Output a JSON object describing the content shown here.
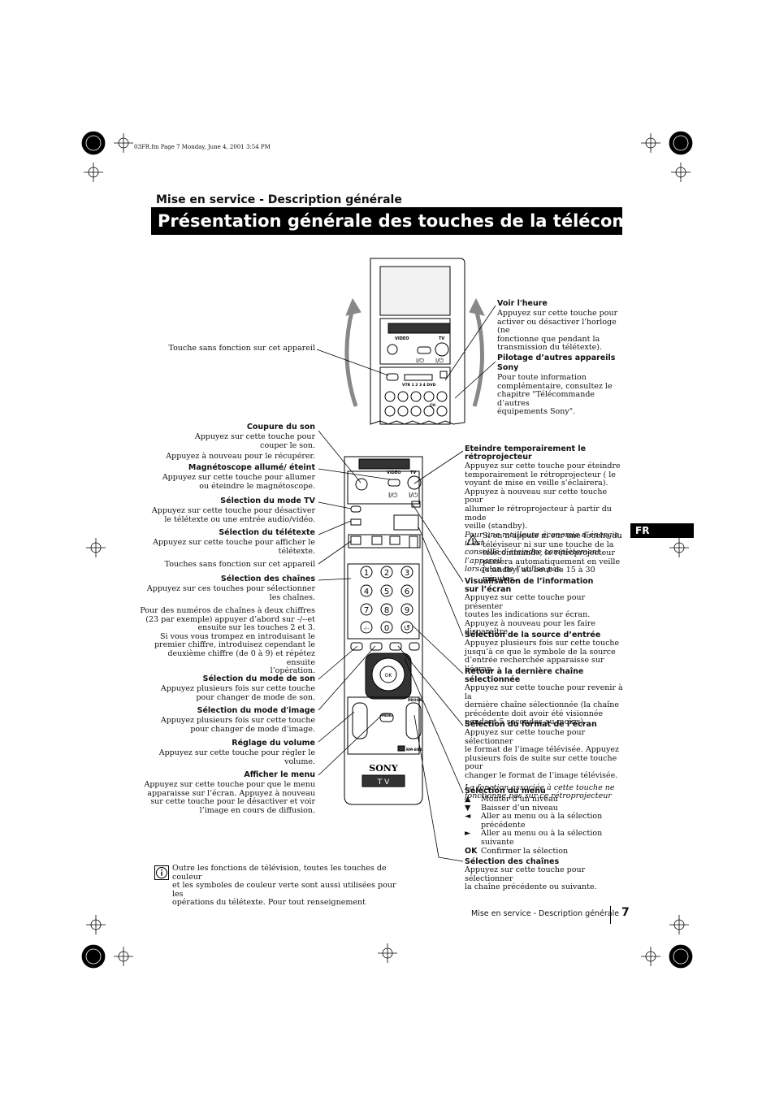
{
  "file_info": "03FR.fm  Page 7  Monday, June 4, 2001  3:54 PM",
  "section_title": "Mise en service - Description générale",
  "page_title": "Présentation générale des touches de la télécommande",
  "lang_tab": "FR",
  "left": {
    "touche_sans_fonction_top": "Touche sans fonction sur cet appareil",
    "coupure": {
      "label": "Coupure du son",
      "desc": [
        "Appuyez  sur cette touche pour",
        "couper le son.",
        "Appuyez à nouveau pour le récupérer."
      ]
    },
    "magneto": {
      "label": "Magnétoscope allumé/ éteint",
      "desc": [
        "Appuyez sur cette touche pour allumer",
        "ou éteindre le magnétoscope."
      ]
    },
    "mode_tv": {
      "label": "Sélection du mode TV",
      "desc": [
        "Appuyez sur cette touche pour désactiver",
        "le télétexte ou une entrée audio/vidéo."
      ]
    },
    "teletexte": {
      "label": "Sélection du télétexte",
      "desc": [
        "Appuyez sur cette touche pour afficher le",
        "télétexte."
      ]
    },
    "touches_sans_fonction": "Touches sans fonction sur cet appareil",
    "chaines": {
      "label": "Sélection des chaînes",
      "desc": [
        "Appuyez sur ces touches pour sélectionner",
        "les chaînes."
      ]
    },
    "deux_chiffres": [
      "Pour  des numéros de chaînes à deux chiffres",
      "(23 par exemple) appuyer  d’abord sur -/--et",
      "ensuite sur les touches 2 et 3.",
      "Si vous vous trompez en introduisant le",
      "premier chiffre, introduisez cependant le",
      "deuxième chiffre (de 0 à 9) et répétez ensuite",
      "l’opération."
    ],
    "son": {
      "label": "Sélection du mode de son",
      "desc": [
        "Appuyez plusieurs fois sur cette touche",
        "pour changer de mode de son."
      ]
    },
    "image": {
      "label": "Sélection du mode d'image",
      "desc": [
        "Appuyez plusieurs fois sur cette touche",
        "pour changer de mode d’image."
      ]
    },
    "volume": {
      "label": "Réglage du volume",
      "desc": [
        "Appuyez sur cette touche pour régler le",
        "volume."
      ]
    },
    "menu": {
      "label": "Afficher le menu",
      "desc": [
        "Appuyez sur cette touche pour que le menu",
        "apparaisse sur l’écran. Appuyez à nouveau",
        "sur cette touche pour le désactiver et voir",
        "l’image en cours de diffusion."
      ]
    }
  },
  "right": {
    "heure": {
      "label": "Voir l'heure",
      "desc": [
        "Appuyez sur cette touche pour",
        "activer ou désactiver l'horloge (ne",
        "fonctionne que pendant la",
        "transmission du télétexte)."
      ]
    },
    "pilotage": {
      "label": [
        "Pilotage d’autres appareils",
        "Sony"
      ],
      "desc": [
        "Pour toute information",
        "complémentaire, consultez le",
        "chapitre \"Télécommande d’autres",
        "équipements Sony\"."
      ]
    },
    "eteindre": {
      "label": [
        "Eteindre temporairement le",
        "rétroprojecteur"
      ],
      "desc": [
        "Appuyez sur cette touche pour éteindre",
        "temporairement le rétroprojecteur ( le",
        "voyant de mise en veille      s’éclairera).",
        "Appuyez à nouveau sur cette touche pour",
        "allumer le rétroprojecteur à partir du mode",
        "veille (standby)."
      ],
      "note": [
        "Pour une meilleure économie d’énergie, il est",
        "conseillé d’éteindre complètement l’appareil",
        "lorsqu’on ne l’utilise pas."
      ],
      "warning": [
        "Si on n’appuie ni sur une touche du",
        "téléviseur ni sur une touche de la",
        "télécommande, le rétroprojecteur",
        "passera automatiquement en veille",
        "(standby) au bout de 15 à 30 minutes."
      ]
    },
    "visualisation": {
      "label": [
        "Visualisation de l’information",
        "sur l’écran"
      ],
      "desc": [
        "Appuyez  sur cette touche pour présenter",
        "toutes les indications sur écran.",
        "Appuyez à nouveau pour les faire",
        "disparaître."
      ]
    },
    "source": {
      "label": "Sélection de la source d’entrée",
      "desc": [
        "Appuyez plusieurs fois sur cette touche",
        "jusqu’à ce que le symbole de la source",
        "d’entrée recherchée apparaisse sur l’écran."
      ]
    },
    "retour": {
      "label": [
        "Retour à la dernière chaîne",
        "sélectionnée"
      ],
      "desc": [
        "Appuyez sur cette touche pour revenir à la",
        "dernière chaîne sélectionnée (la chaîne",
        "précédente doit avoir été visionnée",
        "pendant 5 secondes au moins)."
      ]
    },
    "format": {
      "label": "Sélection du format de l’écran",
      "desc": [
        "Appuyez sur cette touche pour sélectionner",
        "le format de l’image télévisée. Appuyez",
        "plusieurs fois de suite sur cette touche pour",
        "changer le format de l’image télévisée."
      ],
      "note": [
        "La fonction      associée à cette touche ne",
        "fonctionne pas sur ce rétroprojecteur"
      ]
    },
    "sel_menu": {
      "label": "Sélection du menu",
      "items": [
        {
          "k": "▲",
          "t": [
            "Monter d’un niveau"
          ]
        },
        {
          "k": "▼",
          "t": [
            "Baisser d’un niveau"
          ]
        },
        {
          "k": "◄",
          "t": [
            "Aller au menu ou à la sélection",
            "précédente"
          ]
        },
        {
          "k": "►",
          "t": [
            "Aller au menu ou à la sélection",
            "suivante"
          ]
        },
        {
          "k": "OK",
          "t": [
            "Confirmer la sélection"
          ]
        }
      ]
    },
    "sel_chaines": {
      "label": "Sélection des chaînes",
      "desc": [
        "Appuyez sur cette touche pour sélectionner",
        "la chaîne précédente ou suivante."
      ]
    }
  },
  "info_note": [
    "Outre les fonctions de télévision, toutes les touches de couleur",
    "et les symboles de couleur verte sont aussi utilisées pour les",
    "opérations du télétexte. Pour tout renseignement"
  ],
  "footer": {
    "text": "Mise en service - Description générale",
    "page": "7"
  },
  "remote": {
    "top_labels": {
      "video": "VIDEO",
      "tv": "TV",
      "power": "I/⏻",
      "vtr": "VTR 1 2 3 4 DVD",
      "ch": "CH"
    },
    "labels": {
      "video": "VIDEO",
      "tv": "TV",
      "power": "I/⏻",
      "ok": "OK",
      "progr": "PROGR",
      "menu": "MENU",
      "model": "RM-893",
      "brand": "SONY",
      "tvbadge": "T V"
    },
    "digits": [
      "1",
      "2",
      "3",
      "4",
      "5",
      "6",
      "7",
      "8",
      "9",
      "-/--",
      "0",
      "↺"
    ]
  }
}
